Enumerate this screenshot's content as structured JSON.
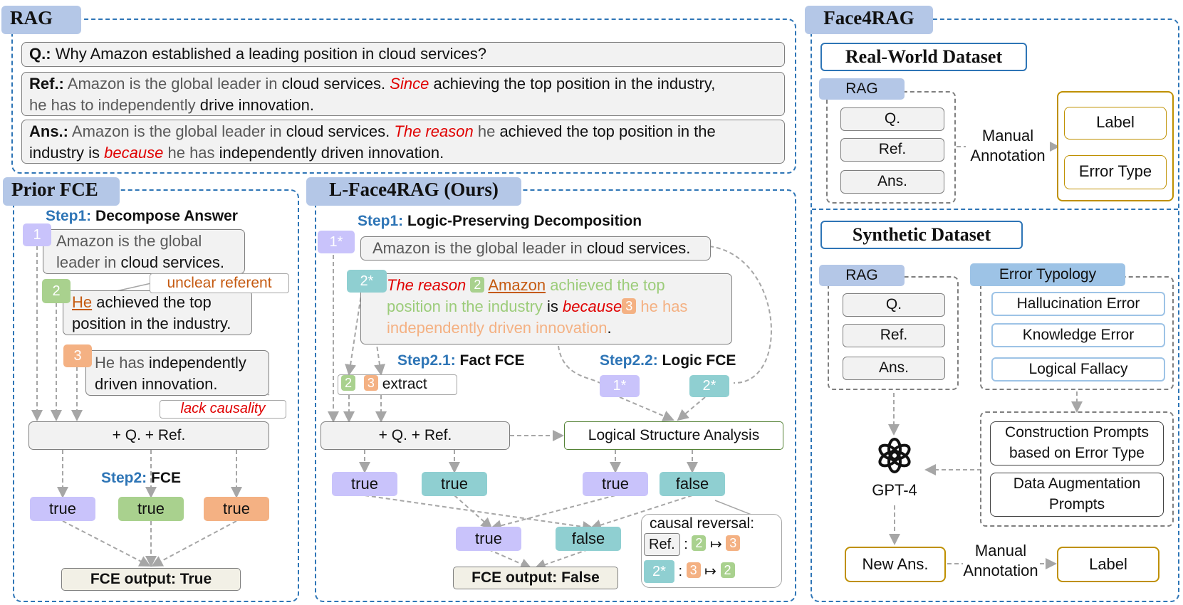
{
  "rag": {
    "title": "RAG",
    "q_label": "Q.:",
    "q_text": "Why Amazon established a leading position in cloud services?",
    "ref_label": "Ref.:",
    "ref_p1": "Amazon is the global leader in",
    "ref_p2": "cloud services.",
    "ref_p3": "Since",
    "ref_p4": "achieving the top position in the industry,",
    "ref_p5": "he has to independently",
    "ref_p6": "drive innovation.",
    "ans_label": "Ans.:",
    "ans_p1": "Amazon is the global leader in",
    "ans_p2": "cloud services.",
    "ans_p3": "The reason",
    "ans_p4": "he",
    "ans_p5": "achieved the top position in the",
    "ans_p6": "industry is",
    "ans_p7": "because",
    "ans_p8": "he has",
    "ans_p9": "independently driven innovation."
  },
  "prior": {
    "title": "Prior FCE",
    "step1": "Step1:",
    "step1_text": "Decompose Answer",
    "n1": "1",
    "s1_a": "Amazon is the global",
    "s1_b": "leader in",
    "s1_c": "cloud services.",
    "n2": "2",
    "s2_he": "He",
    "s2_a": "achieved the top",
    "s2_b": "position in the industry.",
    "note_unclear": "unclear referent",
    "n3": "3",
    "s3_a": "He has",
    "s3_b": "independently",
    "s3_c": "driven innovation.",
    "note_lack": "lack causality",
    "qref": "+ Q. + Ref.",
    "step2": "Step2:",
    "step2_text": "FCE",
    "r1": "true",
    "r2": "true",
    "r3": "true",
    "output": "FCE output: True"
  },
  "lface": {
    "title": "L-Face4RAG (Ours)",
    "step1": "Step1:",
    "step1_text": "Logic-Preserving Decomposition",
    "n1": "1*",
    "s1_a": "Amazon is the global leader in",
    "s1_b": "cloud services.",
    "n2": "2*",
    "s2_reason": "The reason",
    "s2_b2": "2",
    "s2_amazon": "Amazon",
    "s2_g1": "achieved the top",
    "s2_g2": "position in the industry",
    "s2_is": "is",
    "s2_because": "because",
    "s2_b3": "3",
    "s2_o1": "he has",
    "s2_o2": "independently driven innovation",
    "s2_dot": ".",
    "step21": "Step2.1:",
    "step21_text": "Fact FCE",
    "e2": "2",
    "e3": "3",
    "extract": "extract",
    "step22": "Step2.2:",
    "step22_text": "Logic FCE",
    "l1": "1*",
    "l2": "2*",
    "qref": "+ Q. + Ref.",
    "lsa": "Logical Structure Analysis",
    "t1": "true",
    "t2": "true",
    "t3": "true",
    "f1": "false",
    "t4": "true",
    "f2": "false",
    "causal": "causal reversal:",
    "ref": "Ref.",
    "colon": ":",
    "c2": "2",
    "c3": "3",
    "arrow": "↦",
    "r2s": "2*",
    "d3": "3",
    "d2": "2",
    "output": "FCE output: False"
  },
  "face4rag": {
    "title": "Face4RAG",
    "real": "Real-World Dataset",
    "rag": "RAG",
    "q": "Q.",
    "ref": "Ref.",
    "ans": "Ans.",
    "manual1": "Manual",
    "annot1": "Annotation",
    "label": "Label",
    "error_type": "Error Type",
    "synthetic": "Synthetic Dataset",
    "rag2": "RAG",
    "q2": "Q.",
    "ref2": "Ref.",
    "ans2": "Ans.",
    "typology": "Error Typology",
    "hall": "Hallucination Error",
    "know": "Knowledge Error",
    "logic": "Logical Fallacy",
    "cp1": "Construction Prompts",
    "cp2": "based on Error Type",
    "da1": "Data Augmentation",
    "da2": "Prompts",
    "gpt": "GPT-4",
    "newans": "New Ans.",
    "manual2": "Manual",
    "annot2": "Annotation",
    "label2": "Label"
  }
}
